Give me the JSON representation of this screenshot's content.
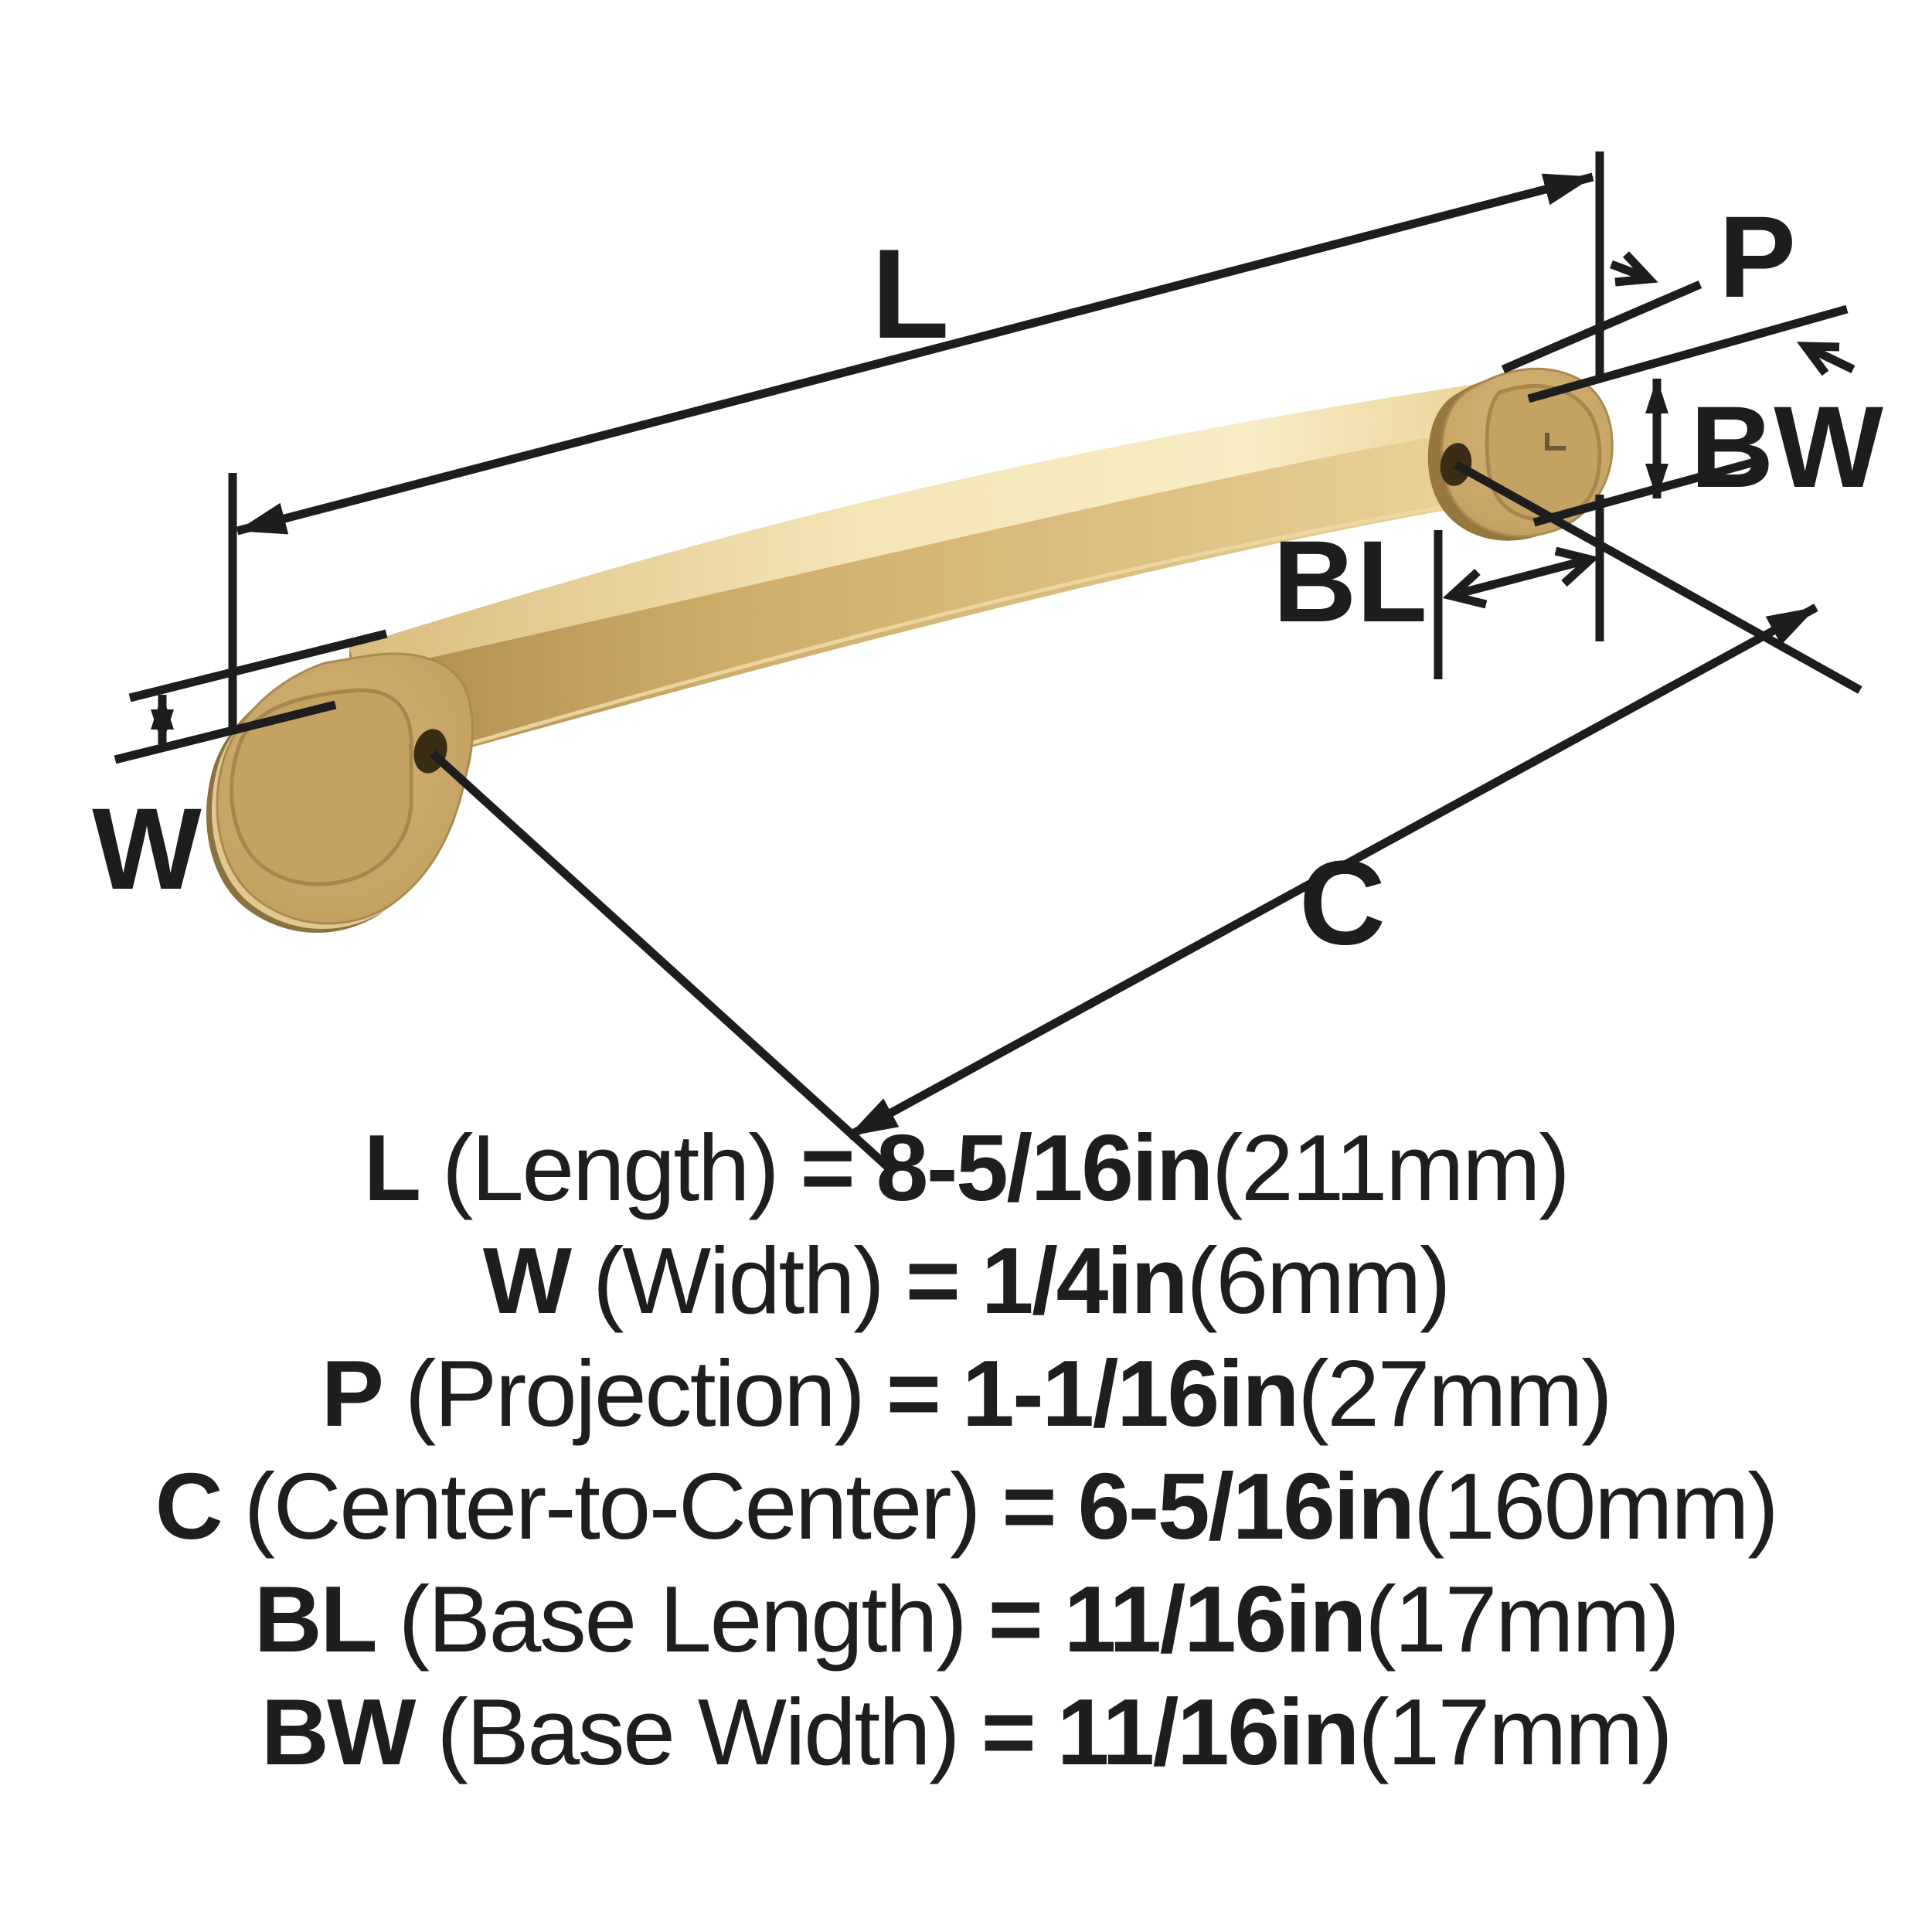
{
  "figure": {
    "description": "3D rendering of a champagne bronze cabinet pull handle with dimension callouts",
    "colors": {
      "gold_light": "#F2E3B2",
      "gold_mid": "#D3B273",
      "gold_dark": "#B28F4E",
      "rim_shadow": "#8A7140",
      "hole": "#3A2D15",
      "dimension_line": "#1D1D1D"
    },
    "labels": {
      "length": "L",
      "width": "W",
      "projection": "P",
      "center_to_center": "C",
      "base_length": "BL",
      "base_width": "BW"
    }
  },
  "spec": {
    "lines": [
      {
        "label": "L",
        "name": "(Length)",
        "eq": "=",
        "value": "8-5/16in",
        "metric": "(211mm)"
      },
      {
        "label": "W",
        "name": "(Width)",
        "eq": "=",
        "value": "1/4in",
        "metric": "(6mm)"
      },
      {
        "label": "P",
        "name": "(Projection)",
        "eq": "=",
        "value": "1-1/16in",
        "metric": "(27mm)"
      },
      {
        "label": "C",
        "name": "(Center-to-Center)",
        "eq": "=",
        "value": "6-5/16in",
        "metric": "(160mm)"
      },
      {
        "label": "BL",
        "name": "(Base Length)",
        "eq": "=",
        "value": "11/16in",
        "metric": "(17mm)"
      },
      {
        "label": "BW",
        "name": "(Base Width)",
        "eq": "=",
        "value": "11/16in",
        "metric": "(17mm)"
      }
    ]
  }
}
